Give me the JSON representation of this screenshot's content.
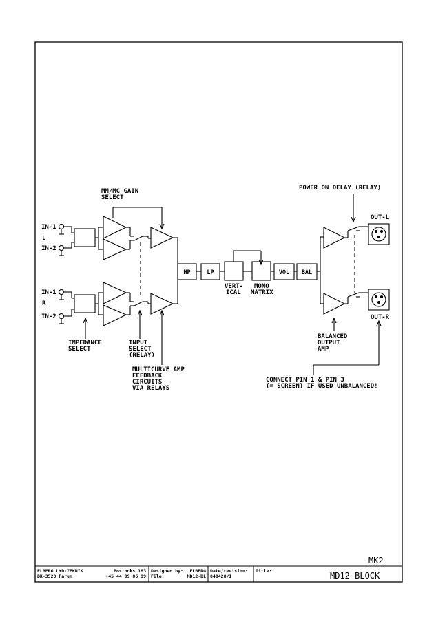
{
  "labels": {
    "mm_mc": [
      "MM/MC GAIN",
      "SELECT"
    ],
    "power_on": "POWER ON DELAY (RELAY)",
    "impedance": [
      "IMPEDANCE",
      "SELECT"
    ],
    "input_select": [
      "INPUT",
      "SELECT",
      "(RELAY)"
    ],
    "multicurve": [
      "MULTICURVE AMP",
      "FEEDBACK",
      "CIRCUITS",
      "VIA RELAYS"
    ],
    "balanced": [
      "BALANCED",
      "OUTPUT",
      "AMP"
    ],
    "connect": [
      "CONNECT PIN 1 & PIN 3",
      "(= SCREEN) IF USED UNBALANCED!"
    ],
    "vertical": [
      "VERT-",
      "ICAL"
    ],
    "mono_matrix": [
      "MONO",
      "MATRIX"
    ]
  },
  "ports": {
    "in_l1": "IN-1",
    "in_l2": "IN-2",
    "in_r1": "IN-1",
    "in_r2": "IN-2",
    "ch_l": "L",
    "ch_r": "R",
    "out_l": "OUT-L",
    "out_r": "OUT-R"
  },
  "blocks": {
    "hp": "HP",
    "lp": "LP",
    "vol": "VOL",
    "bal": "BAL"
  },
  "title_block": {
    "company": "ELBERG LYD-TEKNIK",
    "address": "DK-3520 Farum",
    "postbox": "Postboks 183",
    "phone": "+45 44 99 86 99",
    "designed_by_label": "Designed by:",
    "designed_by": "ELBERG",
    "file_label": "File:",
    "file": "MD12-BL",
    "date_label": "Date/revision:",
    "date": "040428/1",
    "title_label": "Title:",
    "title": "MD12 BLOCK",
    "model": "MK2"
  }
}
